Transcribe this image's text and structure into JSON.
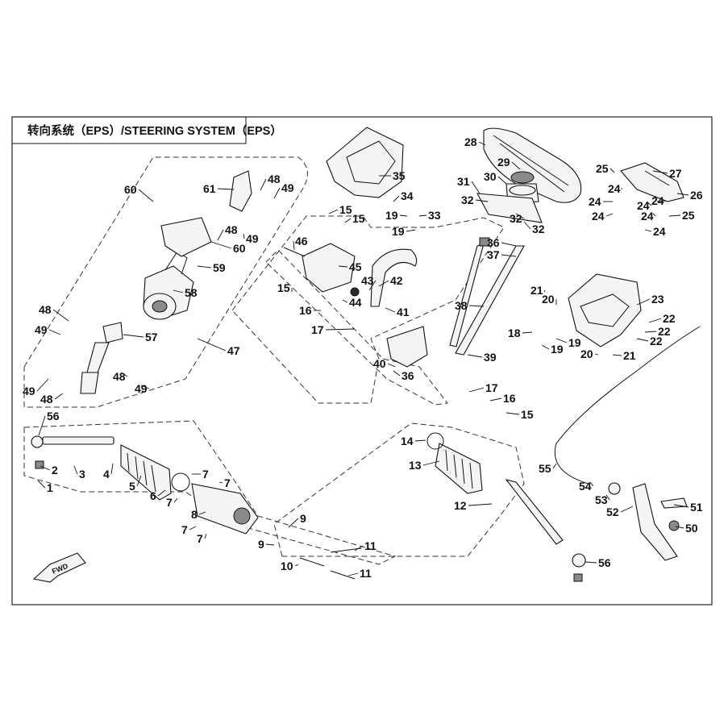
{
  "title": "转向系统（EPS）/STEERING SYSTEM（EPS）",
  "direction_marker": "FWD",
  "callouts": [
    {
      "id": "c1",
      "text": "1"
    },
    {
      "id": "c2",
      "text": "2"
    },
    {
      "id": "c3",
      "text": "3"
    },
    {
      "id": "c4",
      "text": "4"
    },
    {
      "id": "c5",
      "text": "5"
    },
    {
      "id": "c6",
      "text": "6"
    },
    {
      "id": "c7a",
      "text": "7"
    },
    {
      "id": "c7b",
      "text": "7"
    },
    {
      "id": "c7c",
      "text": "7"
    },
    {
      "id": "c7d",
      "text": "7"
    },
    {
      "id": "c7e",
      "text": "7"
    },
    {
      "id": "c8",
      "text": "8"
    },
    {
      "id": "c9a",
      "text": "9"
    },
    {
      "id": "c9b",
      "text": "9"
    },
    {
      "id": "c10",
      "text": "10"
    },
    {
      "id": "c11a",
      "text": "11"
    },
    {
      "id": "c11b",
      "text": "11"
    },
    {
      "id": "c12",
      "text": "12"
    },
    {
      "id": "c13",
      "text": "13"
    },
    {
      "id": "c14",
      "text": "14"
    },
    {
      "id": "c15a",
      "text": "15"
    },
    {
      "id": "c15b",
      "text": "15"
    },
    {
      "id": "c15c",
      "text": "15"
    },
    {
      "id": "c15d",
      "text": "15"
    },
    {
      "id": "c16a",
      "text": "16"
    },
    {
      "id": "c16b",
      "text": "16"
    },
    {
      "id": "c17a",
      "text": "17"
    },
    {
      "id": "c17b",
      "text": "17"
    },
    {
      "id": "c18",
      "text": "18"
    },
    {
      "id": "c19a",
      "text": "19"
    },
    {
      "id": "c19b",
      "text": "19"
    },
    {
      "id": "c19c",
      "text": "19"
    },
    {
      "id": "c19d",
      "text": "19"
    },
    {
      "id": "c20a",
      "text": "20"
    },
    {
      "id": "c20b",
      "text": "20"
    },
    {
      "id": "c21a",
      "text": "21"
    },
    {
      "id": "c21b",
      "text": "21"
    },
    {
      "id": "c22a",
      "text": "22"
    },
    {
      "id": "c22b",
      "text": "22"
    },
    {
      "id": "c22c",
      "text": "22"
    },
    {
      "id": "c23",
      "text": "23"
    },
    {
      "id": "c24a",
      "text": "24"
    },
    {
      "id": "c24b",
      "text": "24"
    },
    {
      "id": "c24c",
      "text": "24"
    },
    {
      "id": "c24d",
      "text": "24"
    },
    {
      "id": "c24e",
      "text": "24"
    },
    {
      "id": "c24f",
      "text": "24"
    },
    {
      "id": "c24g",
      "text": "24"
    },
    {
      "id": "c25a",
      "text": "25"
    },
    {
      "id": "c25b",
      "text": "25"
    },
    {
      "id": "c26",
      "text": "26"
    },
    {
      "id": "c27",
      "text": "27"
    },
    {
      "id": "c28",
      "text": "28"
    },
    {
      "id": "c29",
      "text": "29"
    },
    {
      "id": "c30",
      "text": "30"
    },
    {
      "id": "c31",
      "text": "31"
    },
    {
      "id": "c32a",
      "text": "32"
    },
    {
      "id": "c32b",
      "text": "32"
    },
    {
      "id": "c32c",
      "text": "32"
    },
    {
      "id": "c33",
      "text": "33"
    },
    {
      "id": "c34",
      "text": "34"
    },
    {
      "id": "c35",
      "text": "35"
    },
    {
      "id": "c36a",
      "text": "36"
    },
    {
      "id": "c36b",
      "text": "36"
    },
    {
      "id": "c37",
      "text": "37"
    },
    {
      "id": "c38",
      "text": "38"
    },
    {
      "id": "c39",
      "text": "39"
    },
    {
      "id": "c40",
      "text": "40"
    },
    {
      "id": "c41",
      "text": "41"
    },
    {
      "id": "c42",
      "text": "42"
    },
    {
      "id": "c43",
      "text": "43"
    },
    {
      "id": "c44",
      "text": "44"
    },
    {
      "id": "c45",
      "text": "45"
    },
    {
      "id": "c46",
      "text": "46"
    },
    {
      "id": "c47",
      "text": "47"
    },
    {
      "id": "c48a",
      "text": "48"
    },
    {
      "id": "c48b",
      "text": "48"
    },
    {
      "id": "c48c",
      "text": "48"
    },
    {
      "id": "c48d",
      "text": "48"
    },
    {
      "id": "c48e",
      "text": "48"
    },
    {
      "id": "c49a",
      "text": "49"
    },
    {
      "id": "c49b",
      "text": "49"
    },
    {
      "id": "c49c",
      "text": "49"
    },
    {
      "id": "c49d",
      "text": "49"
    },
    {
      "id": "c49e",
      "text": "49"
    },
    {
      "id": "c50",
      "text": "50"
    },
    {
      "id": "c51",
      "text": "51"
    },
    {
      "id": "c52",
      "text": "52"
    },
    {
      "id": "c53",
      "text": "53"
    },
    {
      "id": "c54",
      "text": "54"
    },
    {
      "id": "c55",
      "text": "55"
    },
    {
      "id": "c56a",
      "text": "56"
    },
    {
      "id": "c56b",
      "text": "56"
    },
    {
      "id": "c57",
      "text": "57"
    },
    {
      "id": "c58",
      "text": "58"
    },
    {
      "id": "c59",
      "text": "59"
    },
    {
      "id": "c60a",
      "text": "60"
    },
    {
      "id": "c60b",
      "text": "60"
    },
    {
      "id": "c61",
      "text": "61"
    }
  ]
}
